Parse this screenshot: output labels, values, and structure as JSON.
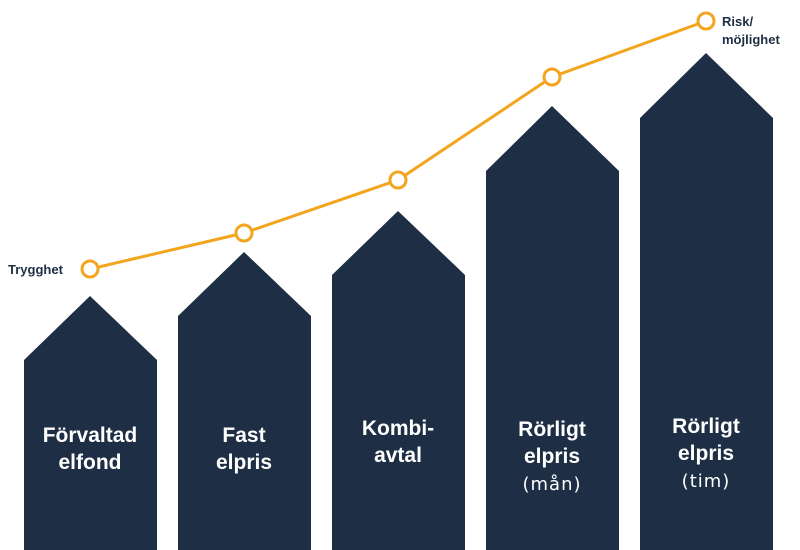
{
  "diagram": {
    "start_label": "Trygghet",
    "end_label_line1": "Risk/",
    "end_label_line2": "möjlighet",
    "colors": {
      "block": "#1e2f45",
      "line": "#f2a51d",
      "text_on_block": "#ffffff"
    },
    "blocks": [
      {
        "line1": "Förvaltad",
        "line2": "elfond",
        "line3": ""
      },
      {
        "line1": "Fast",
        "line2": "elpris",
        "line3": ""
      },
      {
        "line1": "Kombi-",
        "line2": "avtal",
        "line3": ""
      },
      {
        "line1": "Rörligt",
        "line2": "elpris",
        "line3": "(mån)"
      },
      {
        "line1": "Rörligt",
        "line2": "elpris",
        "line3": "(tim)"
      }
    ]
  }
}
